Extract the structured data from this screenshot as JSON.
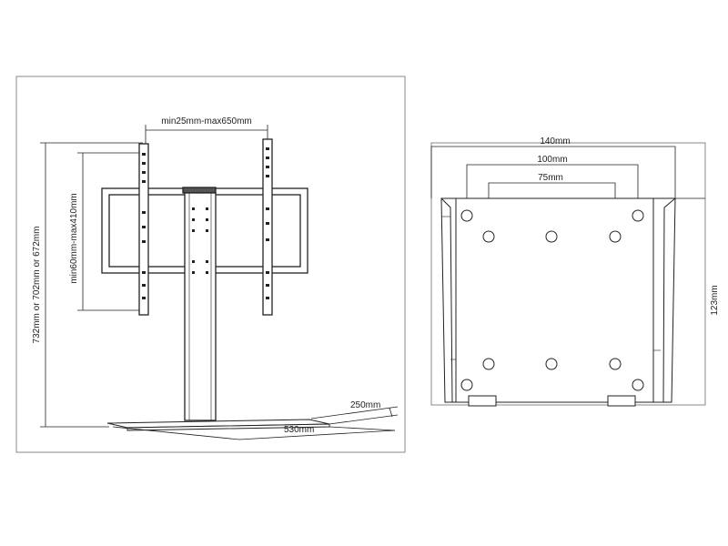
{
  "stand": {
    "vesa_width_label": "min25mm-max650mm",
    "vesa_height_label": "min60mm-max410mm",
    "total_height_label": "732mm or 702mm or 672mm",
    "base_depth_label": "250mm",
    "base_width_label": "530mm"
  },
  "plate": {
    "outer_width_label": "140mm",
    "mid_width_label": "100mm",
    "inner_width_label": "75mm",
    "height_label": "123mm"
  },
  "colors": {
    "line": "#222222",
    "frame": "#888888"
  }
}
